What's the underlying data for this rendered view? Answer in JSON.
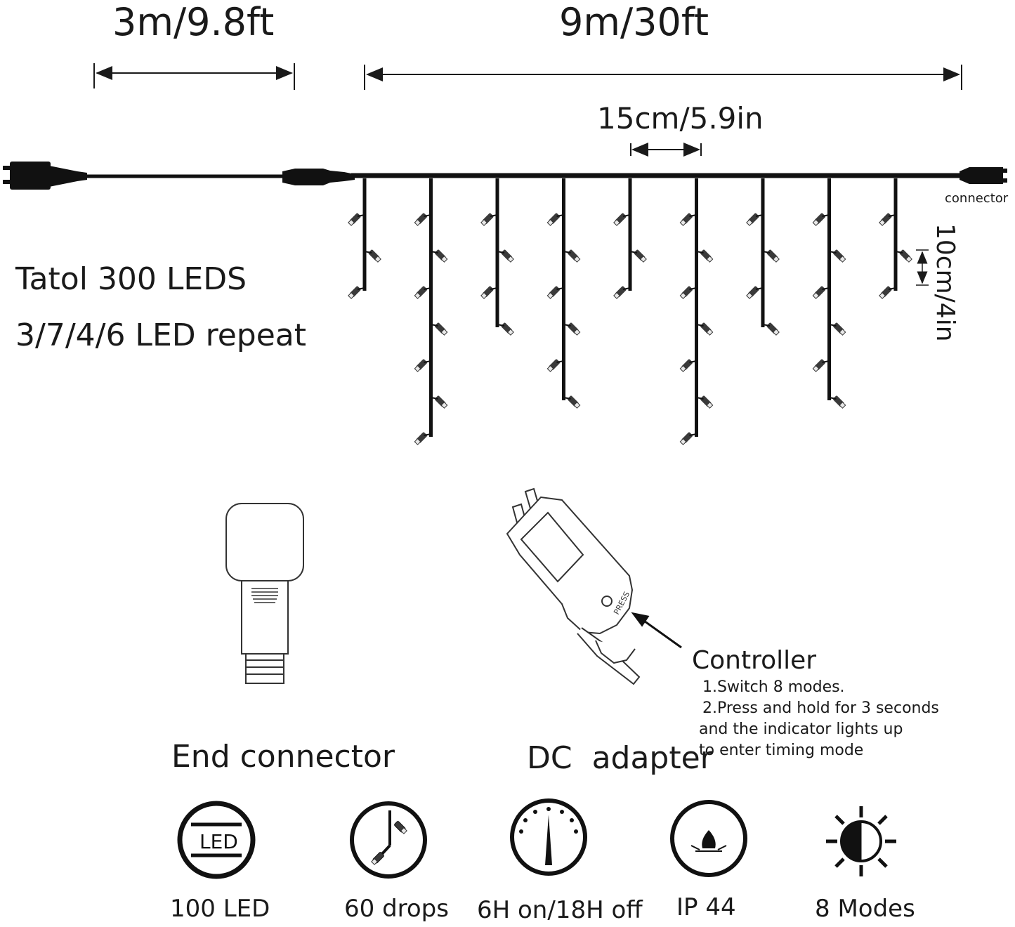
{
  "dimensions": {
    "cable_length": "3m/9.8ft",
    "light_length": "9m/30ft",
    "drop_spacing": "15cm/5.9in",
    "led_spacing": "10cm/4in"
  },
  "connector_label": "connector",
  "product": {
    "name": "Tatol 300 LEDS",
    "pattern": "3/7/4/6 LED repeat",
    "drop_led_counts": [
      3,
      7,
      4,
      6,
      3,
      7,
      4,
      6,
      3
    ]
  },
  "parts": {
    "end_connector_label": "End connector",
    "adapter_label": "DC  adapter",
    "press_label": "PRESS",
    "controller_title": "Controller",
    "controller_notes": [
      "1.Switch 8 modes.",
      "2.Press and hold for 3 seconds",
      "and the indicator lights up",
      "to enter timing mode"
    ]
  },
  "features": [
    {
      "icon": "led-icon",
      "icon_text": "LED",
      "label": "100 LED"
    },
    {
      "icon": "drops-icon",
      "label": "60 drops"
    },
    {
      "icon": "timer-icon",
      "label": "6H on/18H off"
    },
    {
      "icon": "waterproof-icon",
      "label": "IP 44"
    },
    {
      "icon": "modes-icon",
      "label": "8 Modes"
    }
  ]
}
